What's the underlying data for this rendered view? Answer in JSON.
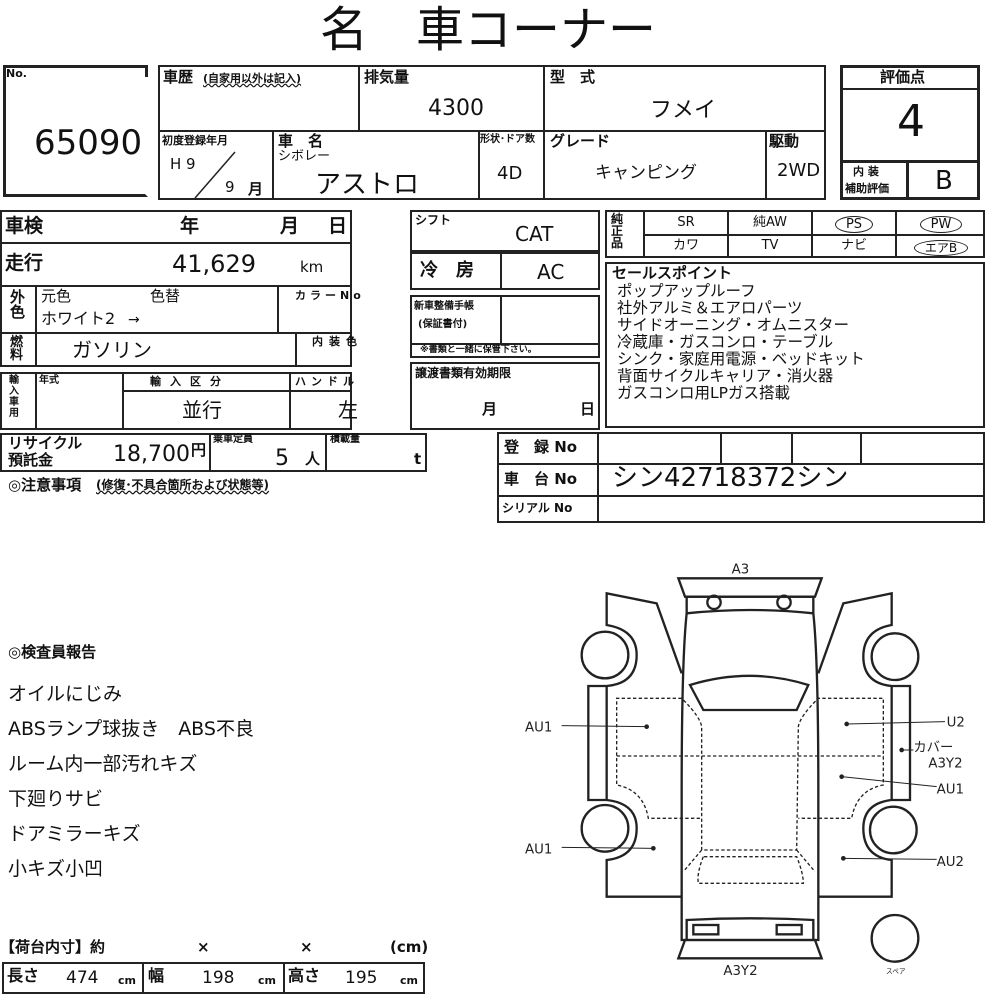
{
  "title": "名　車コーナー",
  "lot": {
    "label": "No.",
    "value": "65090"
  },
  "history": {
    "label": "車歴",
    "note": "(自家用以外は記入)",
    "value": ""
  },
  "displacement": {
    "label": "排気量",
    "value": "4300"
  },
  "model_code": {
    "label": "型　式",
    "value": "フメイ"
  },
  "first_reg": {
    "label": "初度登録年月",
    "year": "H 9",
    "month": "9",
    "month_unit": "月"
  },
  "car_name": {
    "label": "車　名",
    "maker": "シボレー",
    "value": "アストロ"
  },
  "doors": {
    "label": "形状･ドア数",
    "value": "4D"
  },
  "grade": {
    "label": "グレード",
    "value": "キャンピング"
  },
  "drive": {
    "label": "駆動",
    "value": "2WD"
  },
  "score": {
    "label": "評価点",
    "value": "4",
    "interior_label1": "内 装",
    "interior_label2": "補助評価",
    "interior_value": "B"
  },
  "inspection": {
    "label": "車検",
    "y": "年",
    "m": "月",
    "d": "日"
  },
  "mileage": {
    "label": "走行",
    "value": "41,629",
    "unit": "km"
  },
  "exterior": {
    "label": "外色",
    "orig_label": "元色",
    "change_label": "色替",
    "value": "ホワイト2",
    "arrow": "→",
    "color_no_label": "カラーNo"
  },
  "fuel": {
    "label": "燃料",
    "value": "ガソリン",
    "interior_color_label": "内装色"
  },
  "import": {
    "label": "輸入車用",
    "year_label": "年式",
    "class_label": "輸入区分",
    "class_value": "並行",
    "handle_label": "ハンドル",
    "handle_value": "左"
  },
  "shift": {
    "label": "シフト",
    "value": "CAT"
  },
  "ac": {
    "label": "冷　房",
    "value": "AC"
  },
  "manual": {
    "label1": "新車整備手帳",
    "label2": "(保証書付)",
    "note": "※書類と一緒に保管下さい。"
  },
  "transfer": {
    "label": "譲渡書類有効期限",
    "m": "月",
    "d": "日"
  },
  "genuine": {
    "label": "純正品",
    "items": [
      "SR",
      "純AW",
      "PS",
      "PW",
      "カワ",
      "TV",
      "ナビ",
      "エアB"
    ]
  },
  "sales_points": {
    "label": "セールスポイント",
    "lines": [
      "ポップアップルーフ",
      "社外アルミ＆エアロパーツ",
      "サイドオーニング・オムニスター",
      "冷蔵庫・ガスコンロ・テーブル",
      "シンク・家庭用電源・ベッドキット",
      "背面サイクルキャリア・消火器",
      "ガスコンロ用LPガス搭載"
    ]
  },
  "recycle": {
    "label1": "リサイクル",
    "label2": "預託金",
    "value": "18,700",
    "unit": "円"
  },
  "capacity": {
    "label": "乗車定員",
    "value": "5",
    "unit": "人"
  },
  "load": {
    "label": "積載量",
    "unit": "t"
  },
  "registration": {
    "reg_label": "登　録 No",
    "chassis_label": "車　台 No",
    "chassis_value": "シン42718372シン",
    "serial_label": "シリアル No"
  },
  "caution": {
    "label": "◎注意事項",
    "note": "(修復･不具合箇所および状態等)"
  },
  "report": {
    "label": "◎検査員報告",
    "lines": [
      "オイルにじみ",
      "ABSランプ球抜き　ABS不良",
      "ルーム内一部汚れキズ",
      "下廻りサビ",
      "ドアミラーキズ",
      "小キズ小凹"
    ]
  },
  "cargo": {
    "label": "【荷台内寸】約",
    "x1": "×",
    "x2": "×",
    "unit": "(cm)",
    "length_label": "長さ",
    "length": "474",
    "width_label": "幅",
    "width": "198",
    "height_label": "高さ",
    "height": "195",
    "cm": "cm"
  },
  "diagram": {
    "rear": "A3",
    "front": "A3Y2",
    "left_rear": "AU1",
    "left_front": "AU1",
    "right_rear": "U2",
    "right_cover": "カバー",
    "right_cover_code": "A3Y2",
    "right_mid": "AU1",
    "right_front": "AU2",
    "spare": "スペア"
  }
}
